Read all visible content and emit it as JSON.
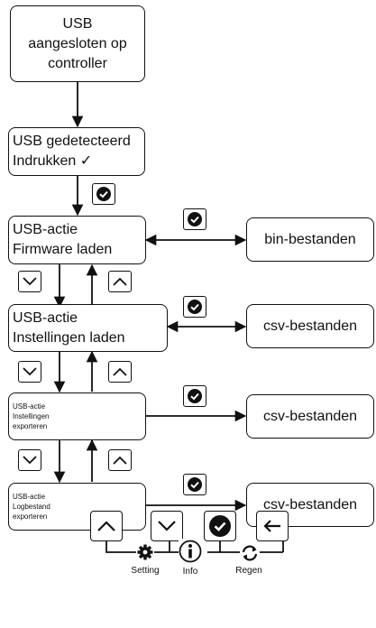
{
  "nodes": {
    "usb_connected": "USB\naangesloten op\ncontroller",
    "usb_detected": {
      "line1": "USB gedetecteerd",
      "line2": "Indrukken ✓"
    },
    "action_firmware": {
      "line1": "USB-actie",
      "line2": "Firmware laden"
    },
    "action_load_settings": {
      "line1": "USB-actie",
      "line2": "Instellingen laden"
    },
    "action_export_settings": {
      "line1": "USB-actie",
      "line2": "Instellingen",
      "line3": "exporteren"
    },
    "action_export_log": {
      "line1": "USB-actie",
      "line2": "Logbestand",
      "line3": "exporteren"
    }
  },
  "files": {
    "bin": "bin-bestanden",
    "csv1": "csv-bestanden",
    "csv2": "csv-bestanden",
    "csv3": "csv-bestanden"
  },
  "legend": {
    "setting": "Setting",
    "info": "Info",
    "regen": "Regen"
  }
}
